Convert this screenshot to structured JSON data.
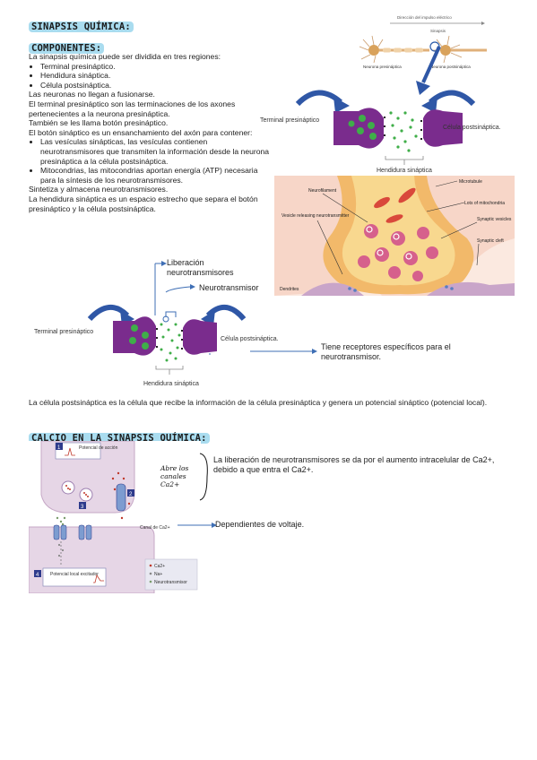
{
  "title": "SINAPSIS QUÍMICA:",
  "section1": {
    "heading": "COMPONENTES:",
    "intro": "La sinapsis química puede ser dividida en tres regiones:",
    "regions": [
      "Terminal presináptico.",
      "Hendidura sináptica.",
      "Célula postsináptica."
    ],
    "p1": "Las neuronas no llegan a fusionarse.",
    "p2": "El terminal presináptico son las terminaciones de los axones pertenecientes a la neurona presináptica.",
    "p3": "También se les llama botón presináptico.",
    "p4": "El botón sináptico es un ensanchamiento del axón para contener:",
    "contents": [
      "Las vesículas sinápticas, las vesículas contienen neurotransmisores que transmiten la información desde la neurona presináptica a la célula postsináptica.",
      "Mitocondrias, las mitocondrias aportan energía (ATP) necesaria para la síntesis de los neurotransmisores."
    ],
    "p5": "Sintetiza y almacena neurotransmisores.",
    "p6": "La hendidura sináptica es un espacio estrecho que separa el botón presináptico y la célula postsináptica."
  },
  "fig_top": {
    "direction": "Dirección del impulso eléctrico",
    "synapse": "Sinapsis",
    "pre_neuron": "Neurona presináptica",
    "post_neuron": "Neurona postsináptica",
    "terminal": "Terminal presináptico",
    "post_cell": "Célula postsináptica.",
    "cleft": "Hendidura sináptica"
  },
  "fig_micro": {
    "neurofilament": "Neurofilament",
    "microtubule": "Microtubule",
    "mitochondria": "Lots of mitochondria",
    "vesicle_releasing": "Vesicle releasing neurotransmitter",
    "synaptic_vesicles": "Synaptic vesicles",
    "synaptic_cleft": "Synaptic cleft",
    "dendrites": "Dendrites"
  },
  "fig_mid": {
    "release": "Liberación neurotransmisores",
    "neurotransmitter": "Neurotransmisor",
    "terminal": "Terminal presináptico",
    "post_cell": "Célula postsináptica.",
    "cleft": "Hendidura sináptica",
    "receptor_note": "Tiene receptores específicos para el neurotransmisor."
  },
  "paragraph_post": "La célula postsináptica es la célula que recibe la información de la célula presináptica y genera un potencial sináptico (potencial local).",
  "section2": {
    "heading": "CALCIO EN LA SINAPSIS QUÍMICA:",
    "text": "La liberación de neurotransmisores se da por el aumento intracelular de Ca2+, debido a que entra el Ca2+.",
    "channel_note": "Dependientes de voltaje.",
    "handwritten": "Abre los canales Ca2+",
    "step1": "1",
    "step1_label": "Potencial de acción",
    "step2": "2",
    "step3": "3",
    "step4": "4",
    "step4_label": "Potencial local excitador",
    "channel_label": "Canal de Ca2+",
    "legend": [
      "Ca2+",
      "Na+",
      "Neurotransmisor"
    ]
  }
}
